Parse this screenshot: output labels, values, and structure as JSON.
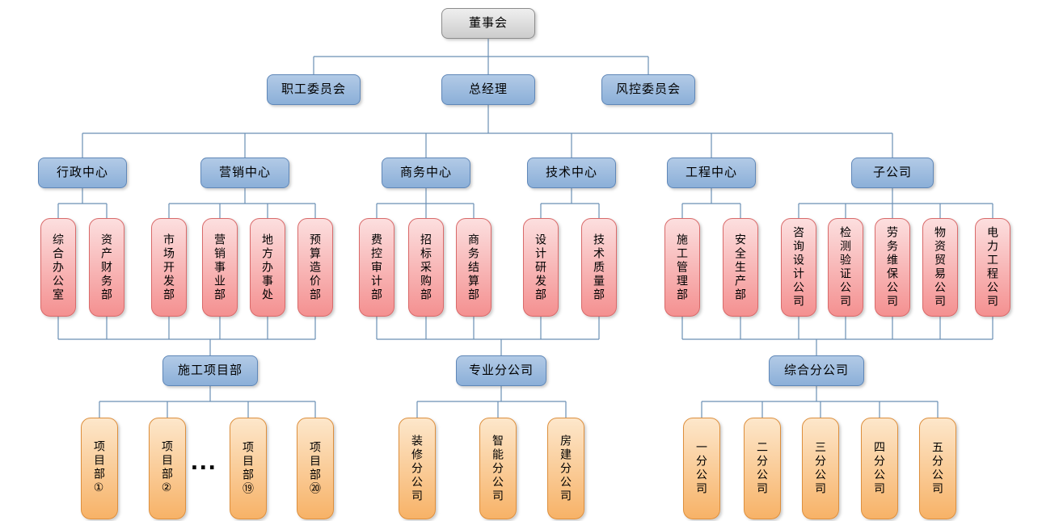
{
  "nodes": {
    "root": "董事会",
    "level2": [
      "职工委员会",
      "总经理",
      "风控委员会"
    ],
    "centers": [
      "行政中心",
      "营销中心",
      "商务中心",
      "技术中心",
      "工程中心",
      "子公司"
    ],
    "departments": [
      "综合办公室",
      "资产财务部",
      "市场开发部",
      "营销事业部",
      "地方办事处",
      "预算造价部",
      "费控审计部",
      "招标采购部",
      "商务结算部",
      "设计研发部",
      "技术质量部",
      "施工管理部",
      "安全生产部",
      "咨询设计公司",
      "检测验证公司",
      "劳务维保公司",
      "物资贸易公司",
      "电力工程公司"
    ],
    "groups": [
      "施工项目部",
      "专业分公司",
      "综合分公司"
    ],
    "project_depts": [
      "项目部①",
      "项目部②",
      "项目部⑲",
      "项目部⑳"
    ],
    "ellipsis": "...",
    "special_branches": [
      "装修分公司",
      "智能分公司",
      "房建分公司"
    ],
    "general_branches": [
      "一分公司",
      "二分公司",
      "三分公司",
      "四分公司",
      "五分公司"
    ]
  },
  "colors": {
    "connector_line": "#6a8fb5",
    "root_fill": "#d9d9d9",
    "root_border": "#8c8c8c",
    "blue_fill": "#9db9dd",
    "blue_border": "#5f87b8",
    "pink_fill_light": "#fcdfdf",
    "pink_fill_dark": "#f49090",
    "pink_border": "#d96a6a",
    "orange_fill_light": "#fde7cb",
    "orange_fill_dark": "#f7b267",
    "orange_border": "#dd8f3d"
  }
}
